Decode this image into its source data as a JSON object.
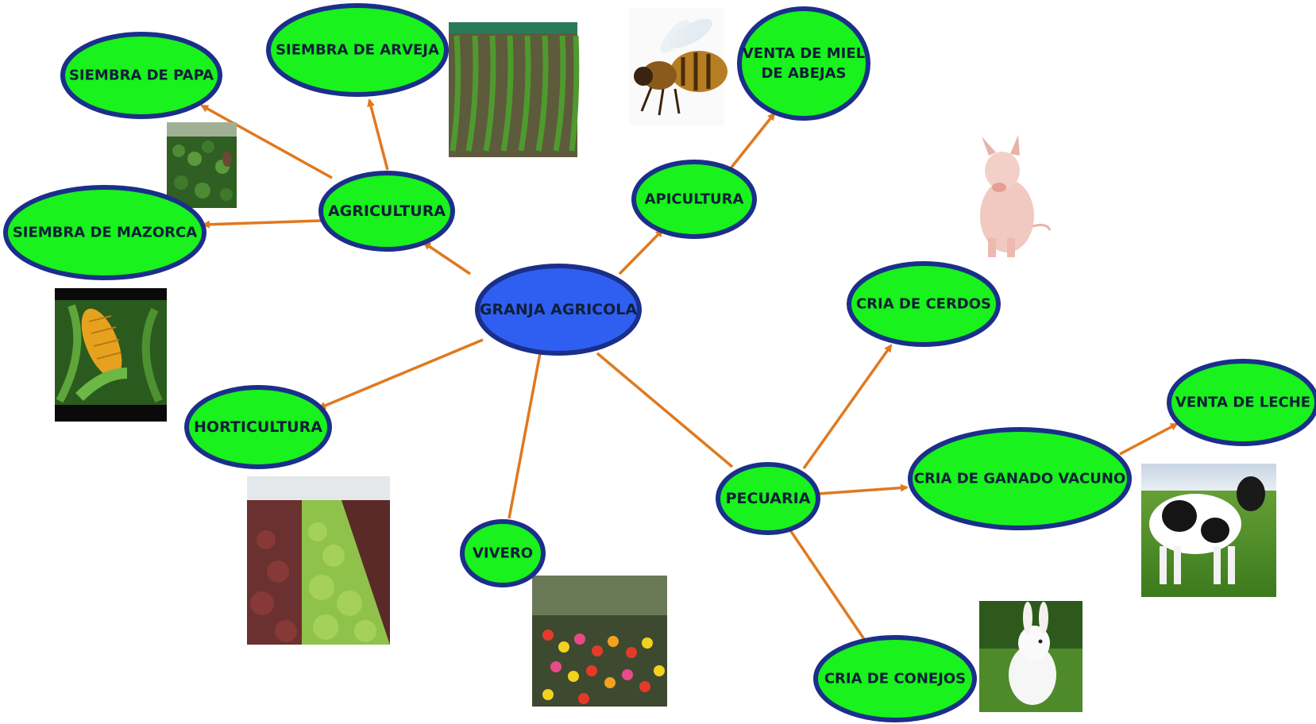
{
  "diagram": {
    "title": "",
    "center": {
      "label": "GRANJA AGRICOLA"
    },
    "nodes": {
      "granja": [
        "GRANJA AGRICOLA"
      ],
      "agricultura": [
        "AGRICULTURA"
      ],
      "apicultura": [
        "APICULTURA"
      ],
      "horticultura": [
        "HORTICULTURA"
      ],
      "vivero": [
        "VIVERO"
      ],
      "pecuaria": [
        "PECUARIA"
      ],
      "siembra_papa": [
        "SIEMBRA DE PAPA"
      ],
      "siembra_arveja": [
        "SIEMBRA DE ARVEJA"
      ],
      "siembra_mazorca": [
        "SIEMBRA DE MAZORCA"
      ],
      "venta_miel": [
        "VENTA DE MIEL",
        "DE ABEJAS"
      ],
      "cria_cerdos": [
        "CRIA DE CERDOS"
      ],
      "cria_vacuno": [
        "CRIA DE GANADO VACUNO"
      ],
      "venta_leche": [
        "VENTA DE LECHE"
      ],
      "cria_conejos": [
        "CRIA DE CONEJOS"
      ]
    },
    "images": {
      "papa_field": "potato-field-photo",
      "arveja_field": "pea-field-photo",
      "bee": "bee-photo",
      "pig": "pig-photo",
      "corn": "corn-photo",
      "lettuce": "lettuce-field-photo",
      "flowers": "flower-nursery-photo",
      "cow": "cow-photo",
      "rabbit": "rabbit-photo"
    },
    "colors": {
      "center_fill": "#2f5ff0",
      "node_fill": "#19f21c",
      "node_border": "#1a2f8a",
      "arrow": "#e0791f"
    }
  }
}
